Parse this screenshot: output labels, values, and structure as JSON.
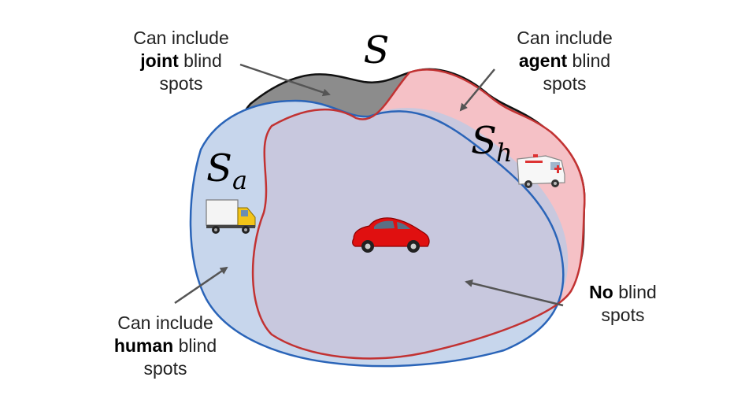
{
  "sets": {
    "universe": {
      "symbol": "S",
      "fill": "#8c8c8c",
      "stroke": "#111111"
    },
    "agent": {
      "symbol": "S",
      "subscript": "a",
      "fill": "#c7d6ec",
      "stroke": "#2a64b8"
    },
    "human": {
      "symbol": "S",
      "subscript": "h",
      "fill": "#f5c1c6",
      "stroke": "#c23232"
    },
    "overlap": {
      "fill": "#c8c8de"
    }
  },
  "labels": {
    "joint": {
      "line1": "Can include",
      "bold": "joint",
      "rest": " blind",
      "line3": "spots"
    },
    "agent": {
      "line1": "Can include",
      "bold": "agent",
      "rest": " blind",
      "line3": "spots"
    },
    "human": {
      "line1": "Can include",
      "bold": "human",
      "rest": " blind",
      "line3": "spots"
    },
    "none": {
      "bold": "No",
      "rest": " blind",
      "line2": "spots"
    }
  },
  "icons": {
    "truck": "truck-icon",
    "ambulance": "ambulance-icon",
    "car": "car-icon"
  },
  "colors": {
    "arrow": "#555555"
  }
}
